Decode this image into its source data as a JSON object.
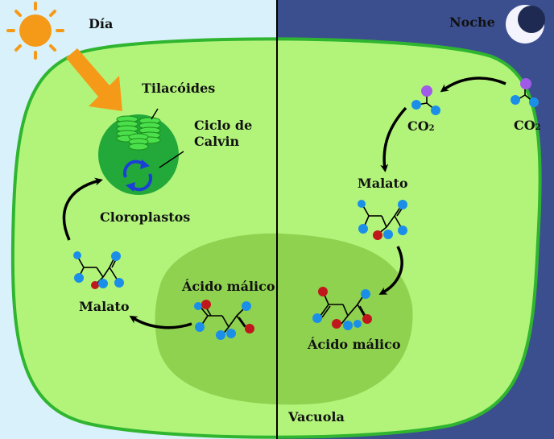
{
  "panels": {
    "day": {
      "label": "Día",
      "color": "#d8f1fb"
    },
    "night": {
      "label": "Noche",
      "color": "#3b4f8f"
    }
  },
  "labels": {
    "tilacoides": "Tilacóides",
    "ciclo_line1": "Ciclo de",
    "ciclo_line2": "Calvin",
    "cloroplastos": "Cloroplastos",
    "acido_malico_day": "Ácido málico",
    "malato_day": "Malato",
    "co2_inside": "CO",
    "co2_inside_sub": "2",
    "co2_outside": "CO",
    "co2_outside_sub": "2",
    "malato_night": "Malato",
    "acido_malico_night": "Ácido málico",
    "vacuola": "Vacuola"
  },
  "colors": {
    "cell_fill": "#b2f47a",
    "cell_border": "#2fb52f",
    "vacuole_fill": "#8fd24f",
    "chloroplast_fill": "#22a93a",
    "thylakoid": "#4be04b",
    "sun": "#f59a18",
    "sun_arrow": "#f59a18",
    "moon": "#f4f4ff",
    "atom_blue": "#1b8fe8",
    "atom_red": "#c0171c",
    "atom_purple": "#a05ae8",
    "arrow": "#000000",
    "calvin_arrow": "#1b3fd6"
  },
  "icons": [
    "sun-icon",
    "moon-icon",
    "calvin-cycle-icon",
    "co2-molecule-icon",
    "malate-molecule-icon",
    "malic-acid-molecule-icon"
  ]
}
